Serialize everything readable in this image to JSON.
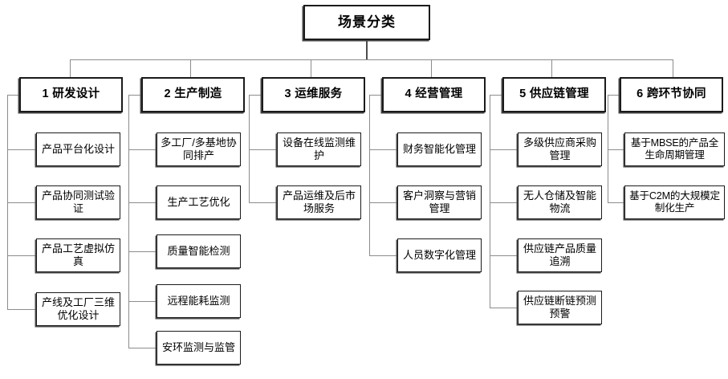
{
  "diagram": {
    "title": "场景分类",
    "root": {
      "label": "场景分类"
    },
    "columns": [
      {
        "id": "col-1",
        "header": "1 研发设计",
        "leaves": [
          "产品平台化设计",
          "产品协同测试验证",
          "产品工艺虚拟仿真",
          "产线及工厂三维优化设计"
        ]
      },
      {
        "id": "col-2",
        "header": "2 生产制造",
        "leaves": [
          "多工厂/多基地协同排产",
          "生产工艺优化",
          "质量智能检测",
          "远程能耗监测",
          "安环监测与监管"
        ]
      },
      {
        "id": "col-3",
        "header": "3 运维服务",
        "leaves": [
          "设备在线监测维护",
          "产品运维及后市场服务"
        ]
      },
      {
        "id": "col-4",
        "header": "4 经营管理",
        "leaves": [
          "财务智能化管理",
          "客户洞察与营销管理",
          "人员数字化管理"
        ]
      },
      {
        "id": "col-5",
        "header": "5 供应链管理",
        "leaves": [
          "多级供应商采购管理",
          "无人仓储及智能物流",
          "供应链产品质量追溯",
          "供应链断链预测预警"
        ]
      },
      {
        "id": "col-6",
        "header": "6 跨环节协同",
        "leaves": [
          "基于MBSE的产品全生命周期管理",
          "基于C2M的大规模定制化生产"
        ]
      }
    ],
    "colors": {
      "background": "#ffffff",
      "box_border": "#1b1b1b",
      "box_fill": "#ffffff",
      "connector": "#8c8c8c",
      "text": "#000000",
      "shadow": "#4a4a4a"
    }
  }
}
